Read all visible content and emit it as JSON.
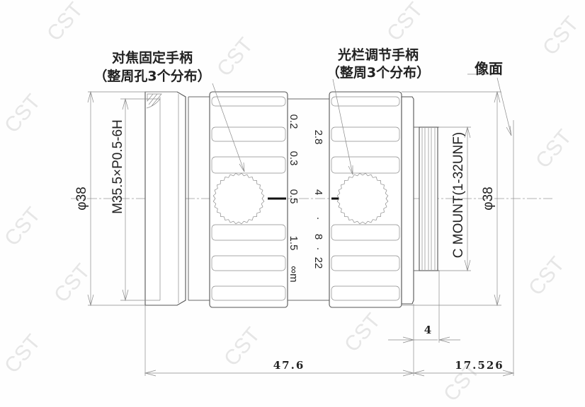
{
  "labels": {
    "focus_handle_line1": "对焦固定手柄",
    "focus_handle_line2": "（整周孔3个分布）",
    "iris_handle_line1": "光栏调节手柄",
    "iris_handle_line2": "（整周3个分布）",
    "image_plane": "像面"
  },
  "dimensions": {
    "front_diameter": "φ38",
    "front_thread": "M35.5×P0.5-6H",
    "rear_diameter": "φ38",
    "mount": "C MOUNT(1-32UNF)",
    "body_length": "47.6",
    "flange_distance": "17.526",
    "mount_length": "4"
  },
  "focus_scale": [
    "0.2",
    "0.3",
    "0.5",
    "1.5",
    "∞m"
  ],
  "iris_scale": [
    "2.8",
    "4",
    "·",
    "8",
    "·",
    "22"
  ],
  "watermark": "CST"
}
